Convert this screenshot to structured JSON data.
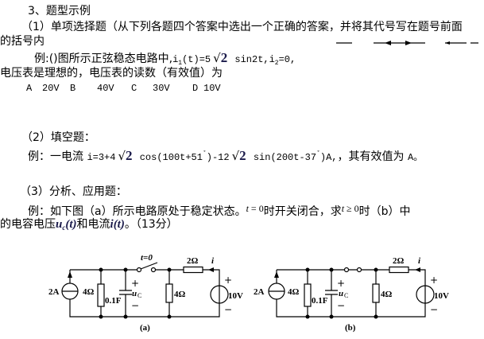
{
  "section1": {
    "heading": "3、题型示例",
    "intro_line1": "（1）单项选择题（从下列各题四个答案中选出一个正确的答案，并将其代号写在题号前面",
    "intro_line2": "的括号内",
    "example": {
      "prefix": "例:()图所示正弦稳态电路中,",
      "i1": "i",
      "sub1": "1",
      "mid1": "(t)=5",
      "sqrt_symbol": "√",
      "sqrt_value": "2",
      "mid2": " sin2t,i",
      "sub2": "2",
      "suffix": "=0,"
    },
    "example_line2": "电压表是理想的，电压表的读数（有效值）为",
    "options": [
      {
        "letter": "A",
        "value": "20V"
      },
      {
        "letter": "B",
        "value": "40V"
      },
      {
        "letter": "C",
        "value": "30V"
      },
      {
        "letter": "D",
        "value": "10V"
      }
    ]
  },
  "section2": {
    "heading": "（2）填空题：",
    "example": {
      "prefix": "例：一电流 ",
      "expr1": "i=3+4",
      "sqrt_symbol": "√",
      "sqrt_value": "2",
      "expr2": " cos(100t+51",
      "deg": "˚",
      "expr3": ")-12",
      "expr4": " sin(200t-37",
      "expr5": ")A,",
      "suffix": "，其有效值为 ",
      "tail": "A。"
    }
  },
  "section3": {
    "heading": "（3）分析、应用题：",
    "line2": {
      "part1": "例：如下图（a）所示电路原处于稳定状态。",
      "math1_var": "t",
      "math1_rel": " = 0",
      "part2": "时开关闭合，求",
      "math2_var": "t",
      "math2_rel": " ≥ 0",
      "part3": "时（b）中"
    },
    "line3": {
      "part1": "的电容电压",
      "uc_var": "u",
      "uc_sub": "c",
      "uc_arg": "(t)",
      "part2": "和电流",
      "i_var": "i",
      "i_arg": "(t)",
      "part3": "。（13分）"
    }
  },
  "circuits": {
    "a": {
      "caption": "(a)",
      "source_current": "2A",
      "r_left": "4Ω",
      "capacitor": "0.1F",
      "uc_plus": "+",
      "uc_var": "u",
      "uc_sub": "C",
      "uc_minus": "−",
      "switch_label": "t=0",
      "r_series": "2Ω",
      "current_label": "i",
      "r_mid": "4Ω",
      "vs_plus": "+",
      "source_voltage": "10V",
      "vs_minus": "−"
    },
    "b": {
      "caption": "(b)",
      "source_current": "2A",
      "r_left": "4Ω",
      "capacitor": "0.1F",
      "uc_plus": "+",
      "uc_var": "u",
      "uc_sub": "C",
      "uc_minus": "−",
      "r_series": "2Ω",
      "current_label": "i",
      "r_mid": "4Ω",
      "vs_plus": "+",
      "source_voltage": "10V",
      "vs_minus": "−"
    }
  }
}
